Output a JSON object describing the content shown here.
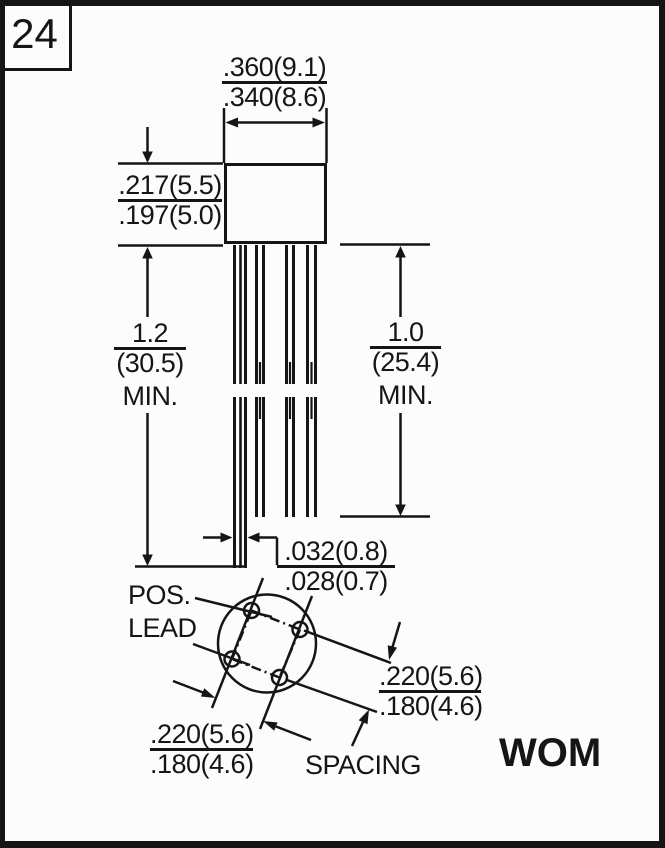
{
  "page": {
    "number": "24",
    "package_name": "WOM"
  },
  "dims": {
    "body_width": {
      "num": ".360(9.1)",
      "den": ".340(8.6)"
    },
    "body_height": {
      "num": ".217(5.5)",
      "den": ".197(5.0)"
    },
    "lead_length_left": {
      "num": "1.2",
      "den": "(30.5)",
      "qualifier": "MIN."
    },
    "lead_length_right": {
      "num": "1.0",
      "den": "(25.4)",
      "qualifier": "MIN."
    },
    "lead_width": {
      "num": ".032(0.8)",
      "den": ".028(0.7)"
    },
    "pin_spacing_left": {
      "num": ".220(5.6)",
      "den": ".180(4.6)"
    },
    "pin_spacing_right": {
      "num": ".220(5.6)",
      "den": ".180(4.6)"
    }
  },
  "labels": {
    "pos_lead_line1": "POS.",
    "pos_lead_line2": "LEAD",
    "spacing": "SPACING"
  },
  "colors": {
    "ink": "#151515",
    "paper": "#fcfcfc"
  }
}
